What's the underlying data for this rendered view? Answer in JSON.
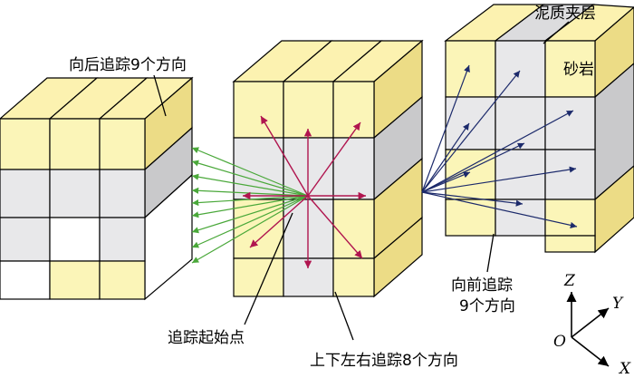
{
  "labels": {
    "backward": "向后追踪9个方向",
    "forward_line1": "向前追踪",
    "forward_line2": "9个方向",
    "start_point": "追踪起始点",
    "eight_dirs": "上下左右追踪8个方向",
    "mud_layer": "泥质夹层",
    "sandstone": "砂岩"
  },
  "axes": {
    "z": "Z",
    "y": "Y",
    "x": "X",
    "origin": "O"
  },
  "colors": {
    "sand_face": "#fbf5b8",
    "sand_top": "#fcf2b0",
    "sand_side": "#ecdc86",
    "mud_face": "#e8e8ea",
    "mud_top": "#dcdcde",
    "mud_side": "#c9c9cb",
    "white_face": "#ffffff",
    "back_arrow": "#4aa83a",
    "mid_arrow": "#b0154f",
    "front_arrow": "#1c2a6b"
  }
}
